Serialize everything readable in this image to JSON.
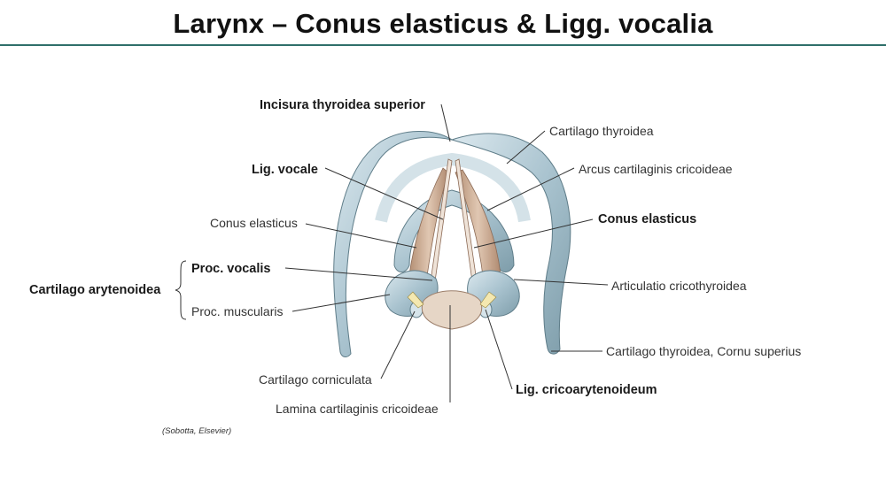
{
  "title": "Larynx – Conus elasticus & Ligg. vocalia",
  "labels": {
    "incisura": "Incisura thyroidea superior",
    "cart_thyroidea": "Cartilago thyroidea",
    "lig_vocale": "Lig. vocale",
    "arcus": "Arcus cartilaginis cricoideae",
    "conus_left": "Conus elasticus",
    "conus_right": "Conus elasticus",
    "cart_arytenoidea": "Cartilago arytenoidea",
    "proc_vocalis": "Proc. vocalis",
    "proc_muscularis": "Proc. muscularis",
    "artic": "Articulatio cricothyroidea",
    "cornu": "Cartilago thyroidea, Cornu superius",
    "corniculata": "Cartilago corniculata",
    "lig_crico": "Lig. cricoarytenoideum",
    "lamina": "Lamina cartilaginis cricoideae"
  },
  "source": "(Sobotta, Elsevier)",
  "colors": {
    "accent_rule": "#2f6f6a",
    "cartilage": "#a9c3cf",
    "ligament": "#c9a98e"
  }
}
